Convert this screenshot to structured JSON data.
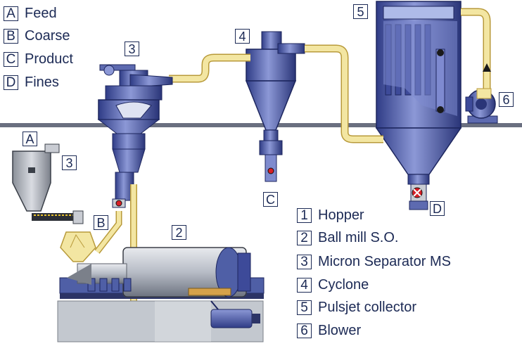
{
  "stream_legend": [
    {
      "key": "A",
      "label": "Feed"
    },
    {
      "key": "B",
      "label": "Coarse"
    },
    {
      "key": "C",
      "label": "Product"
    },
    {
      "key": "D",
      "label": "Fines"
    }
  ],
  "equipment_legend": [
    {
      "key": "1",
      "label": "Hopper"
    },
    {
      "key": "2",
      "label": "Ball mill S.O."
    },
    {
      "key": "3",
      "label": "Micron Separator MS"
    },
    {
      "key": "4",
      "label": "Cyclone"
    },
    {
      "key": "5",
      "label": "Pulsjet collector"
    },
    {
      "key": "6",
      "label": "Blower"
    }
  ],
  "diagram_tags": {
    "separator": "3",
    "cyclone": "4",
    "collector": "5",
    "blower": "6",
    "mill": "2",
    "hopper_num": "3",
    "feed": "A",
    "coarse": "B",
    "product": "C",
    "fines": "D"
  },
  "colors": {
    "equipment": "#4f5fa6",
    "equipment_light": "#9aa6d8",
    "duct": "#f3e6a2",
    "duct_edge": "#b89a3a",
    "mill_body": "#bcc0c8",
    "floor": "#6a6f80",
    "base": "#c3c8cf",
    "text": "#1c2a55",
    "valve_red": "#d81f26"
  }
}
